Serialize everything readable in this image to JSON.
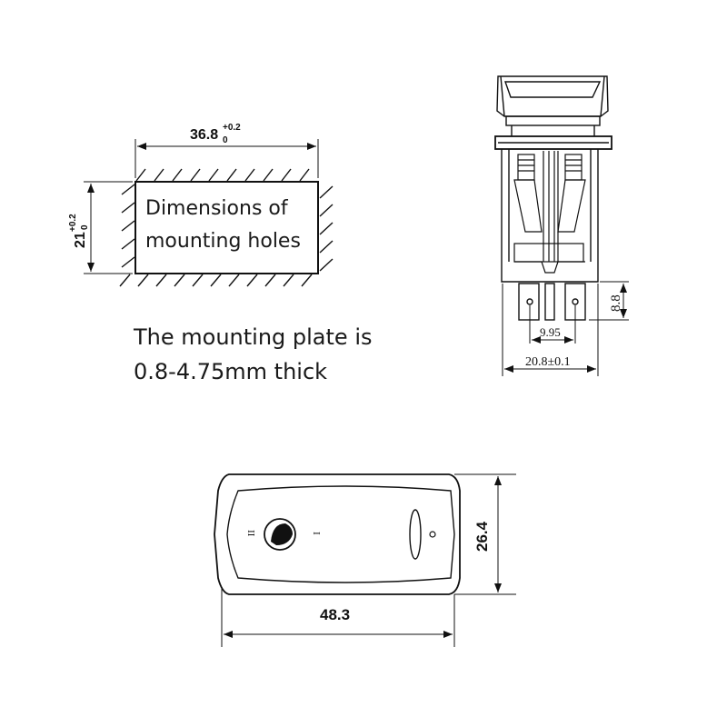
{
  "notes": {
    "hole_line1": "Dimensions of",
    "hole_line2": "mounting holes",
    "plate_line1": "The mounting plate is",
    "plate_line2": "0.8-4.75mm thick"
  },
  "cutout": {
    "width_nominal": "36.8",
    "width_tol_upper": "+0.2",
    "width_tol_lower": "0",
    "height_nominal": "21",
    "height_tol_upper": "+0.2",
    "height_tol_lower": "0"
  },
  "side_view": {
    "terminal_height": "8.8",
    "terminal_pitch": "9.95",
    "body_width": "20.8±0.1"
  },
  "front_view": {
    "width": "48.3",
    "height": "26.4",
    "position_left_marking": "II",
    "position_right_marking": "I"
  },
  "colors": {
    "line": "#111111",
    "background": "#ffffff"
  },
  "icons": [
    "headlight-icon",
    "indicator-lamp-icon"
  ]
}
